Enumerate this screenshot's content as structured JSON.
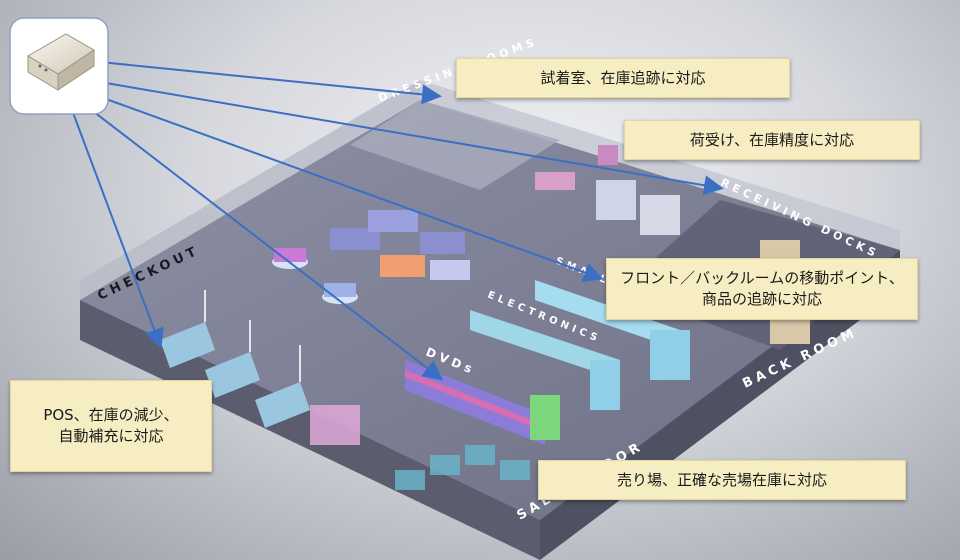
{
  "callouts": {
    "fitting_room": "試着室、在庫追跡に対応",
    "receiving": "荷受け、在庫精度に対応",
    "front_back_room": "フロント／バックルームの移動ポイント、\n商品の追跡に対応",
    "pos": "POS、在庫の減少、\n自動補充に対応",
    "sales_floor": "売り場、正確な売場在庫に対応"
  },
  "zones": {
    "dressing_rooms": "DRESSING ROOMS",
    "receiving_docks": "RECEIVING DOCKS",
    "checkout": "CHECKOUT",
    "back_room": "BACK ROOM",
    "sales_floor": "SALES FLOOR",
    "small": "SMALL",
    "electronics": "ELECTRONICS",
    "dvds": "DVDs"
  },
  "colors": {
    "arrow": "#3a6fc4",
    "callout_bg": "#f6edc2",
    "floor": "#7d7f95"
  },
  "icons": {
    "reader": "rfid-reader-icon"
  }
}
